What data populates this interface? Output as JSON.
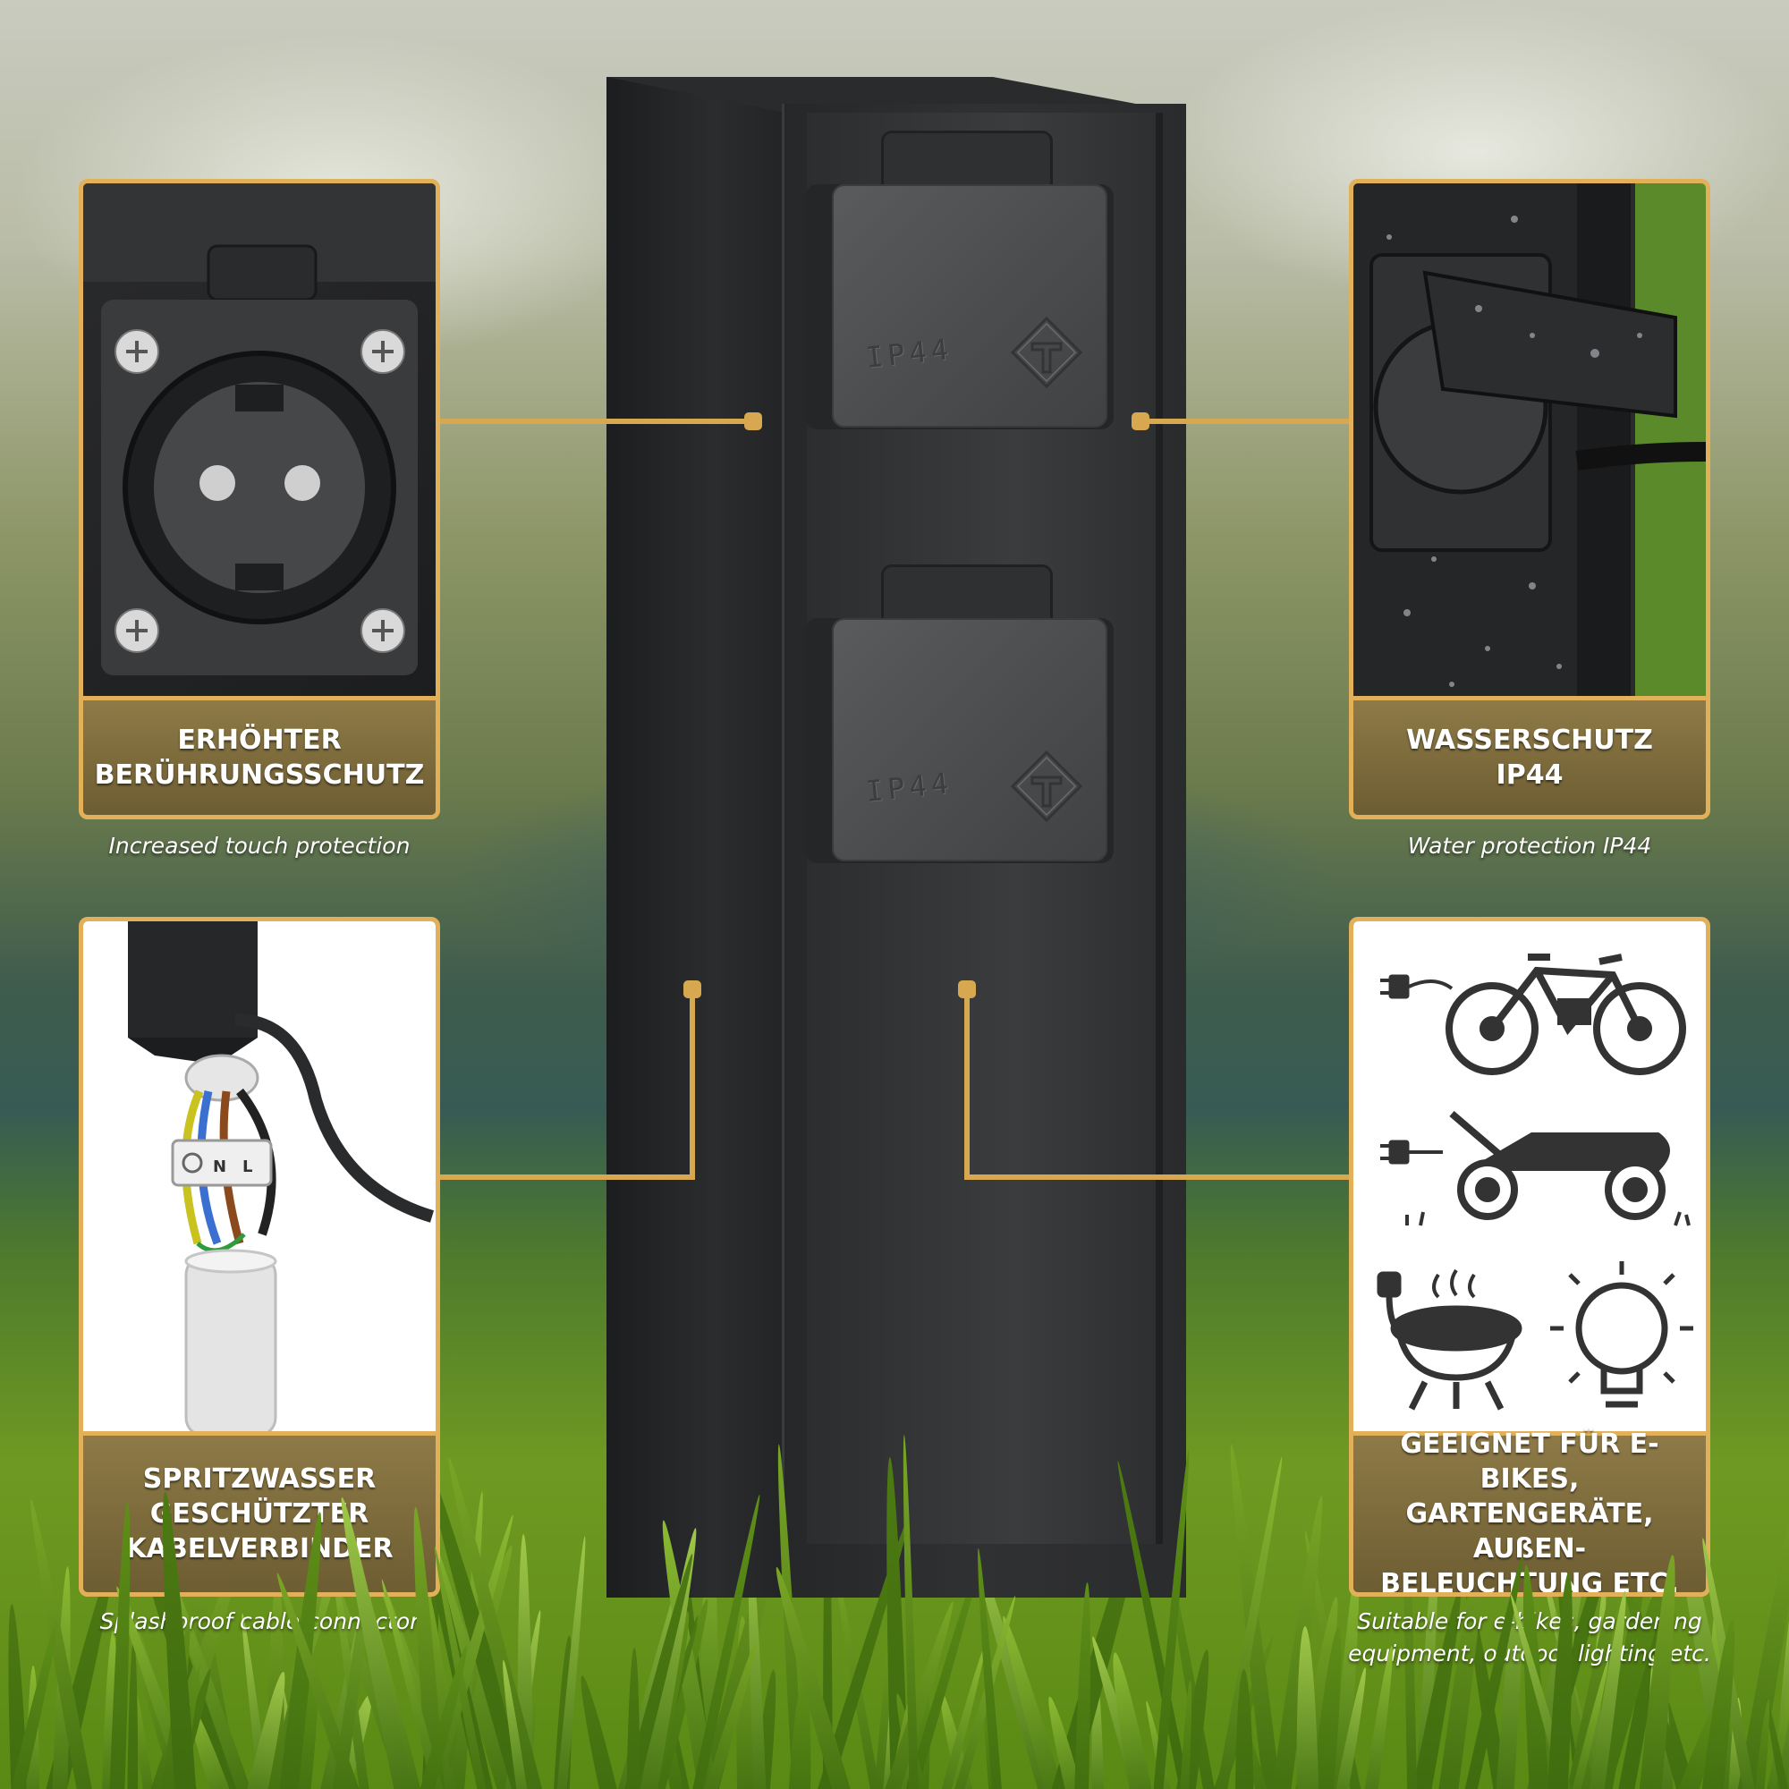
{
  "socket_cover_marking": "IP44",
  "panels": {
    "top_left": {
      "title_lines": [
        "ERHÖHTER",
        "BERÜHRUNGSSCHUTZ"
      ],
      "caption": "Increased touch protection"
    },
    "top_right": {
      "title_lines": [
        "WASSERSCHUTZ",
        "IP44"
      ],
      "caption": "Water protection IP44"
    },
    "bottom_left": {
      "title_lines": [
        "SPRITZWASSER",
        "GESCHÜTZTER",
        "KABELVERBINDER"
      ],
      "caption": "Splashproof cable connector",
      "terminal_labels": [
        "N",
        "L"
      ]
    },
    "bottom_right": {
      "title_lines": [
        "GEEIGNET FÜR E-BIKES,",
        "GARTENGERÄTE, AUßEN-",
        "BELEUCHTUNG ETC."
      ],
      "caption_lines": [
        "Suitable for e-bikes, gardening",
        "equipment, outdoor lighting etc."
      ],
      "icons": [
        "plug-icon",
        "e-bike-icon",
        "lawn-mower-icon",
        "grill-icon",
        "light-bulb-icon"
      ]
    }
  },
  "colors": {
    "accent_gold": "#e1b058",
    "label_bg": "#7d6b3d",
    "pillar": "#2b2c2e",
    "grass": "#6f9a22"
  }
}
